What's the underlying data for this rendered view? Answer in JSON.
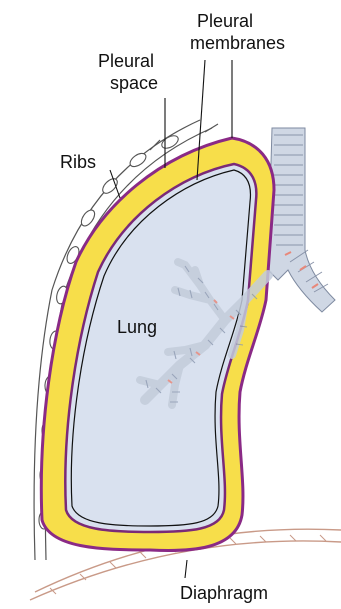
{
  "labels": {
    "pleural_membranes": [
      "Pleural",
      "membranes"
    ],
    "pleural_space": [
      "Pleural",
      "space"
    ],
    "ribs": "Ribs",
    "lung": "Lung",
    "diaphragm": "Diaphragm"
  },
  "colors": {
    "pleural_space_fill": "#f7de4a",
    "outer_membrane": "#8a2a86",
    "inner_membrane": "#7a2a78",
    "lung_fill": "#d9e1ef",
    "airway": "#c9d2e0",
    "airway_accent": "#e8887a",
    "rib_outline": "#555555",
    "diaphragm_line": "#c99a88"
  }
}
